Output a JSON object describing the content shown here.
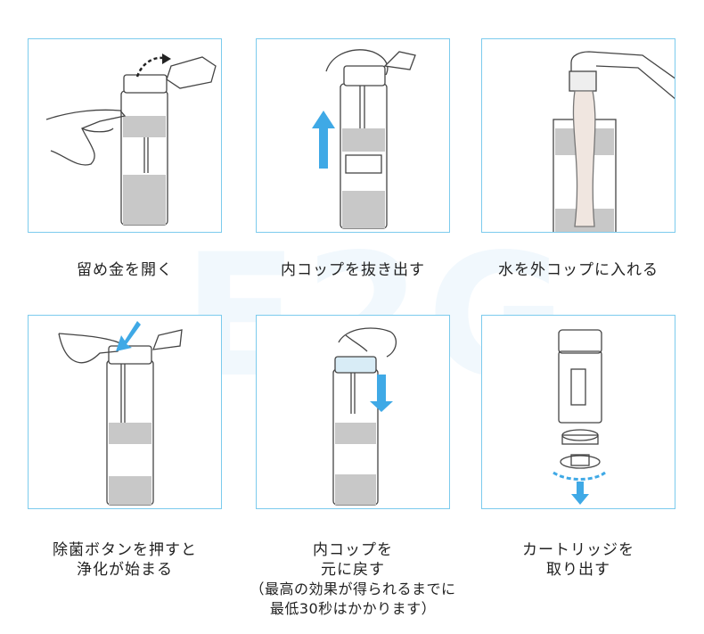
{
  "watermark": "E2G",
  "steps": [
    {
      "caption": [
        "留め金を開く"
      ]
    },
    {
      "caption": [
        "内コップを抜き出す"
      ]
    },
    {
      "caption": [
        "水を外コップに入れる"
      ]
    },
    {
      "caption": [
        "除菌ボタンを押すと",
        "浄化が始まる"
      ]
    },
    {
      "caption": [
        "内コップを",
        "元に戻す"
      ],
      "note": [
        "（最高の効果が得られるまでに",
        "最低30秒はかかります）"
      ]
    },
    {
      "caption": [
        "カートリッジを",
        "取り出す"
      ]
    }
  ],
  "colors": {
    "border": "#7ccbed",
    "arrow": "#3fa9e6",
    "band": "#c8c8c8",
    "line": "#444444"
  }
}
